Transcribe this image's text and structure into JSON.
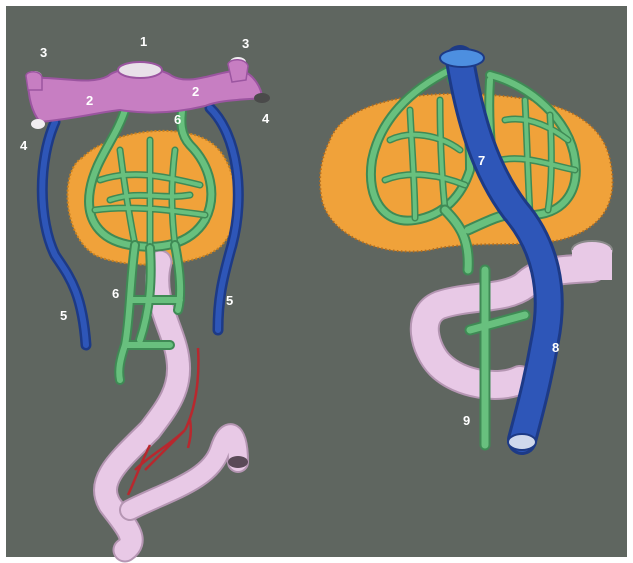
{
  "colors": {
    "background": "#5f6660",
    "frame": "#ffffff",
    "artery": "#c77ec2",
    "artery_dark": "#9b55a0",
    "vein": "#2e56b8",
    "vein_dark": "#1d3a86",
    "portal": "#68c07e",
    "portal_dark": "#3f8a55",
    "gland": "#f0a23a",
    "gut": "#e8c9e6",
    "red_vessel": "#b8282e",
    "label": "#ffffff"
  },
  "left_panel": {
    "labels": [
      "1",
      "2",
      "2",
      "3",
      "3",
      "4",
      "4",
      "5",
      "5",
      "6",
      "6"
    ]
  },
  "right_panel": {
    "labels": [
      "7",
      "8",
      "9"
    ]
  }
}
